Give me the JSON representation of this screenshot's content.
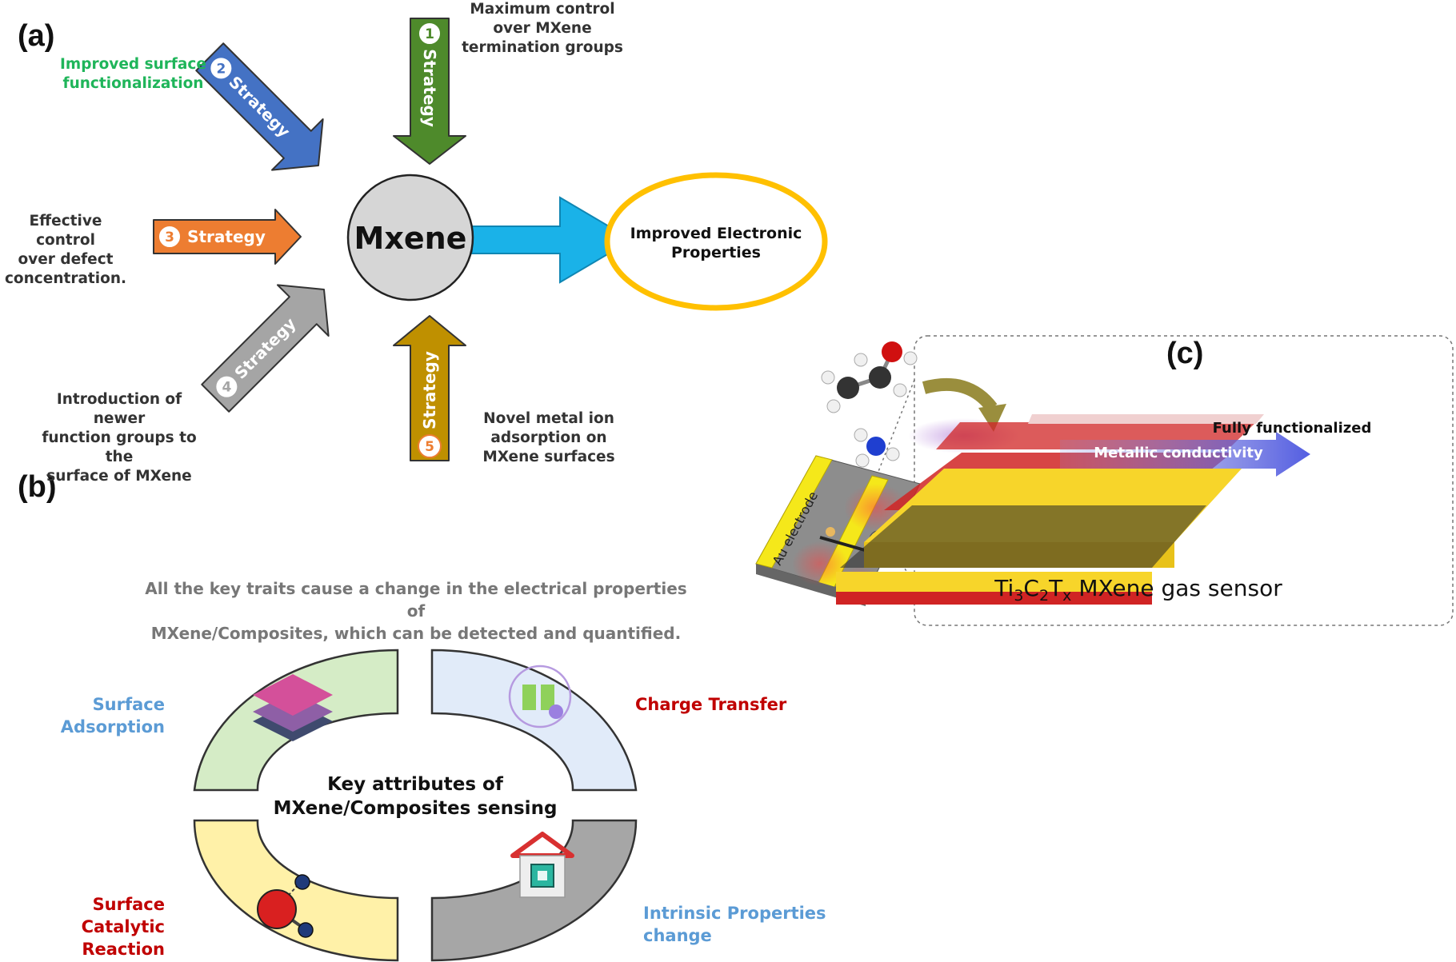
{
  "panel_labels": {
    "a": "(a)",
    "b": "(b)",
    "c": "(c)"
  },
  "panel_a": {
    "center_label": "Mxene",
    "target_label_line1": "Improved Electronic",
    "target_label_line2": "Properties",
    "strategy_word": "Strategy",
    "strategies": [
      {
        "number": "1",
        "color": "#4e8a2b",
        "annotation": [
          "Maximum control",
          "over MXene",
          "termination groups"
        ]
      },
      {
        "number": "2",
        "color": "#4472c4",
        "annotation": [
          "Improved surface",
          "functionalization"
        ]
      },
      {
        "number": "3",
        "color": "#ed7d31",
        "annotation": [
          "Effective control",
          "over defect",
          "concentration."
        ]
      },
      {
        "number": "4",
        "color": "#a5a5a5",
        "annotation": [
          "Introduction of newer",
          "function groups to the",
          "surface of MXene"
        ]
      },
      {
        "number": "5",
        "color": "#bf9000",
        "annotation": [
          "Novel metal ion",
          "adsorption on",
          "MXene surfaces"
        ]
      }
    ],
    "colors": {
      "center_fill": "#d6d6d6",
      "target_ring": "#ffc000",
      "output_arrow": "#1ab2e8"
    }
  },
  "panel_b": {
    "caption_line1": "All the key traits cause a change in the electrical properties of",
    "caption_line2": "MXene/Composites, which can be detected and quantified.",
    "center_line1": "Key attributes of",
    "center_line2": "MXene/Composites sensing",
    "attributes": {
      "surface_adsorption": [
        "Surface",
        "Adsorption"
      ],
      "charge_transfer": [
        "Charge Transfer"
      ],
      "surface_catalytic": [
        "Surface Catalytic",
        "Reaction"
      ],
      "intrinsic": [
        "Intrinsic Properties",
        "change"
      ]
    },
    "colors": {
      "green": "#d5ecc6",
      "blue": "#e1ebf9",
      "yellow": "#fff1a8",
      "gray": "#a6a6a6"
    }
  },
  "panel_c": {
    "fully_functionalized": "Fully functionalized",
    "metallic_conductivity": "Metallic conductivity",
    "au_electrode": "Au electrode",
    "sensor_title_parts": [
      "Ti",
      "3",
      "C",
      "2",
      "T",
      "x",
      " MXene gas sensor"
    ]
  }
}
